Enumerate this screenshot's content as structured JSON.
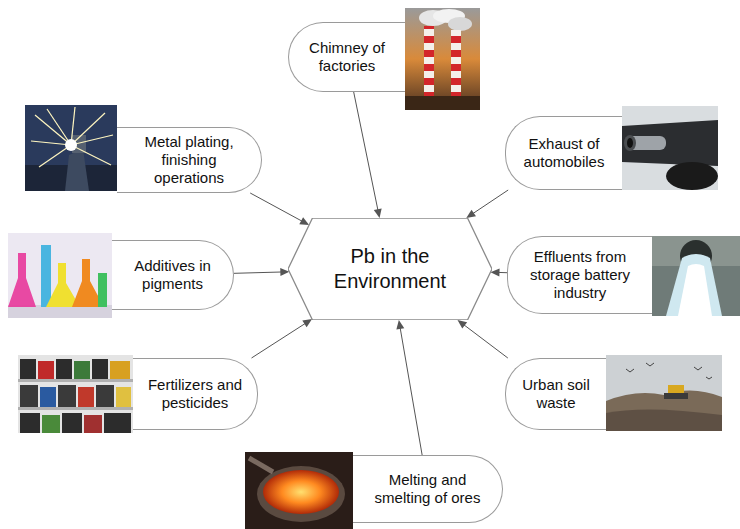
{
  "diagram": {
    "nodes": [
      {
        "text": [
          "Chimney of factories"
        ]
      },
      {
        "text": [
          "Metal plating, finishing operations"
        ]
      },
      {
        "text": [
          "Exhaust of automobiles"
        ]
      },
      {
        "text": [
          "Additives in pigments"
        ]
      },
      {
        "text": [
          "Pb in the Environment"
        ]
      },
      {
        "text": [
          "Effluents from storage battery industry"
        ]
      },
      {
        "text": [
          "Fertilizers and pesticides"
        ]
      },
      {
        "text": [
          "Urban soil waste"
        ]
      },
      {
        "text": [
          "Melting and smelting of ores"
        ]
      }
    ],
    "edges": [
      {
        "from": 0,
        "to": 4,
        "arrow": "to"
      },
      {
        "from": 1,
        "to": 4,
        "arrow": "to"
      },
      {
        "from": 2,
        "to": 4,
        "arrow": "to"
      },
      {
        "from": 3,
        "to": 4,
        "arrow": "to"
      },
      {
        "from": 5,
        "to": 4,
        "arrow": "to"
      },
      {
        "from": 6,
        "to": 4,
        "arrow": "to"
      },
      {
        "from": 7,
        "to": 4,
        "arrow": "to"
      },
      {
        "from": 8,
        "to": 4,
        "arrow": "to"
      }
    ]
  }
}
